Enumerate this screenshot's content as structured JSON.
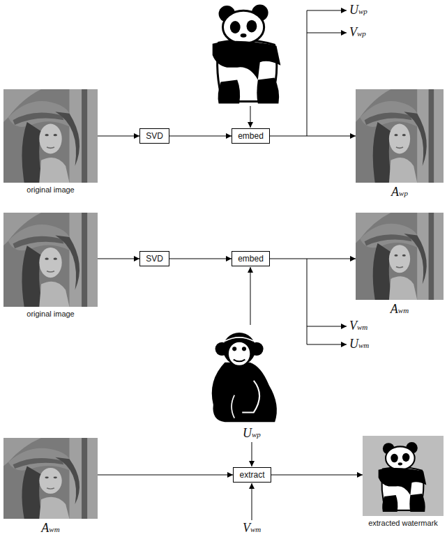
{
  "diagram": {
    "nodes": [
      {
        "text": [
          "original image"
        ]
      },
      {
        "text": [
          "SVD"
        ]
      },
      {
        "text": [
          "embed"
        ]
      },
      {
        "text": [
          "Awp"
        ]
      },
      {
        "text": [
          "original image"
        ]
      },
      {
        "text": [
          "SVD"
        ]
      },
      {
        "text": [
          "embed"
        ]
      },
      {
        "text": [
          "Awm"
        ]
      },
      {
        "text": [
          "Awm"
        ]
      },
      {
        "text": [
          "extract"
        ]
      },
      {
        "text": [
          "extracted watermark"
        ]
      }
    ],
    "edges": [
      {
        "from": 0,
        "to": 1,
        "arrow": "to"
      },
      {
        "from": 1,
        "to": 2,
        "arrow": "to"
      },
      {
        "from": 2,
        "to": 3,
        "arrow": "to"
      },
      {
        "from": 4,
        "to": 5,
        "arrow": "to"
      },
      {
        "from": 5,
        "to": 6,
        "arrow": "to"
      },
      {
        "from": 6,
        "to": 7,
        "arrow": "to"
      },
      {
        "from": 8,
        "to": 9,
        "arrow": "to"
      },
      {
        "from": 9,
        "to": 10,
        "arrow": "to"
      }
    ],
    "labels": [
      "Uwp",
      "Vwp",
      "Vwm",
      "Uwm",
      "Uwp",
      "Vwm"
    ]
  }
}
